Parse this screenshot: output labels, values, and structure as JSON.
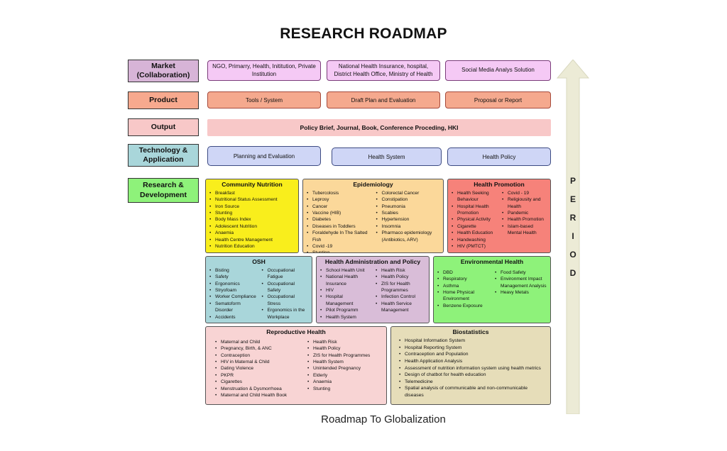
{
  "title": "RESEARCH ROADMAP",
  "footer": "Roadmap To Globalization",
  "period_letters": [
    "P",
    "E",
    "R",
    "I",
    "O",
    "D"
  ],
  "row_labels": {
    "market": "Market (Collaboration)",
    "product": "Product",
    "output": "Output",
    "technology": "Technology & Application",
    "research": "Research & Development"
  },
  "market": [
    "NGO, Primarry,  Health, Inititution, Private Institution",
    "National Health Insurance, hospital, District Health Office, Ministry of Health",
    "Social Media Analys Solution"
  ],
  "product": [
    "Tools / System",
    "Draft Plan and Evaluation",
    "Proposal or Report"
  ],
  "output": "Policy Brief, Journal, Book, Conference Proceding, HKI",
  "technology": [
    "Planning and Evaluation",
    "Health System",
    "Health Policy"
  ],
  "colors": {
    "community_nutrition": "#f9ee1c",
    "epidemiology": "#fbd89a",
    "health_promotion": "#f6827a",
    "osh": "#a9d6da",
    "health_admin": "#d9bdd8",
    "environmental": "#8ef27a",
    "reproductive": "#f8d4d4",
    "biostatistics": "#e6ddb9",
    "arrow": "#ecebd6",
    "market": "#f5c9f5",
    "product": "#f5a98e",
    "output": "#f8c8c8",
    "technology": "#cfd6f6"
  },
  "panels": {
    "community_nutrition": {
      "title": "Community Nutrition",
      "col1": [
        "Breakfast",
        "Nutritional Status Assessment",
        "Iron Source",
        "Stunting",
        "Body Mass Index",
        "Adolescent Nutrition",
        "Anaemia",
        "Health Centre Management",
        "Nutrition Education"
      ]
    },
    "epidemiology": {
      "title": "Epidemiology",
      "col1": [
        "Tubercolosis",
        "Leprosy",
        "Cancer",
        "Vaccine (HIB)",
        "Diabetes",
        "Diseases in Toddlers",
        "Foraldehyde In The Salted Fish",
        "Covid -19",
        "Stunting"
      ],
      "col2": [
        "Colorectal Cancer",
        "Constipation",
        "Pneumonia",
        "Scabies",
        "Hypertension",
        "Insomnia",
        "Pharmaco epidemiology (Antibiotics, ARV)"
      ]
    },
    "health_promotion": {
      "title": "Health Promotion",
      "col1": [
        "Health Seeking Behaviour",
        "Hospital Health Promotion",
        "Physical Activity",
        "Cigarette",
        "Health Education",
        "Handwashing",
        "HIV (PMTCT)"
      ],
      "col2": [
        "Covid - 19",
        "Religiousity and Health",
        "Pandemic",
        "Health Promotion",
        "Islam-based Mental Health"
      ]
    },
    "osh": {
      "title": "OSH",
      "col1": [
        "Bisting",
        "Safety",
        "Ergonomics",
        "Stryofoam",
        "Worker Compliance",
        "Sematoform Disorder",
        "Accidents"
      ],
      "col2": [
        "Occupational Fatigue",
        "Occupational Safety",
        "Occupational Stress",
        "Ergonomics in the Workplace"
      ]
    },
    "health_admin": {
      "title": "Health Administration and Policy",
      "col1": [
        "School Health Unit",
        "National Health Insurance",
        "HIV",
        "Hospital Management",
        "Pilot Programm",
        "Health System"
      ],
      "col2": [
        "Health Risk",
        "Health Policy",
        "ZIS for Health Programmes",
        "Infection Control",
        "Health Service Management"
      ]
    },
    "environmental": {
      "title": "Environmental Health",
      "col1": [
        "DBD",
        "Respiratory",
        "Asthma",
        "Home Physical Environment",
        "Benzene Exposure"
      ],
      "col2": [
        "Food Safety",
        "Environment Impact Management Analysis",
        "Heavy Metals"
      ]
    },
    "reproductive": {
      "title": "Reproductive Health",
      "col1": [
        "Maternal and Child",
        "Pregnancy, Birth, & ANC",
        "Contraception",
        "HIV in Maternal & Child",
        "Dating Violence",
        "PKPR",
        "Cigarettes",
        "Menstruation & Dysmorrhoea",
        "Maternal and Child Health Book"
      ],
      "col2": [
        "Health Risk",
        "Health Policy",
        "ZIS for Health Programmes",
        "Health System",
        "Unintended Pregnancy",
        "Elderly",
        "Anaemia",
        "Stunting"
      ]
    },
    "biostatistics": {
      "title": "Biostatistics",
      "col1": [
        "Hospital Information System",
        "Hospital Reporting System",
        "Contraception and Population",
        "Health Application Analysis",
        "Assessment of nutrition information system using health metrics",
        "Design of chatbot for health education",
        "Telemedicine",
        "Spatial analysis of communicable and non-communicable diseases"
      ]
    }
  }
}
